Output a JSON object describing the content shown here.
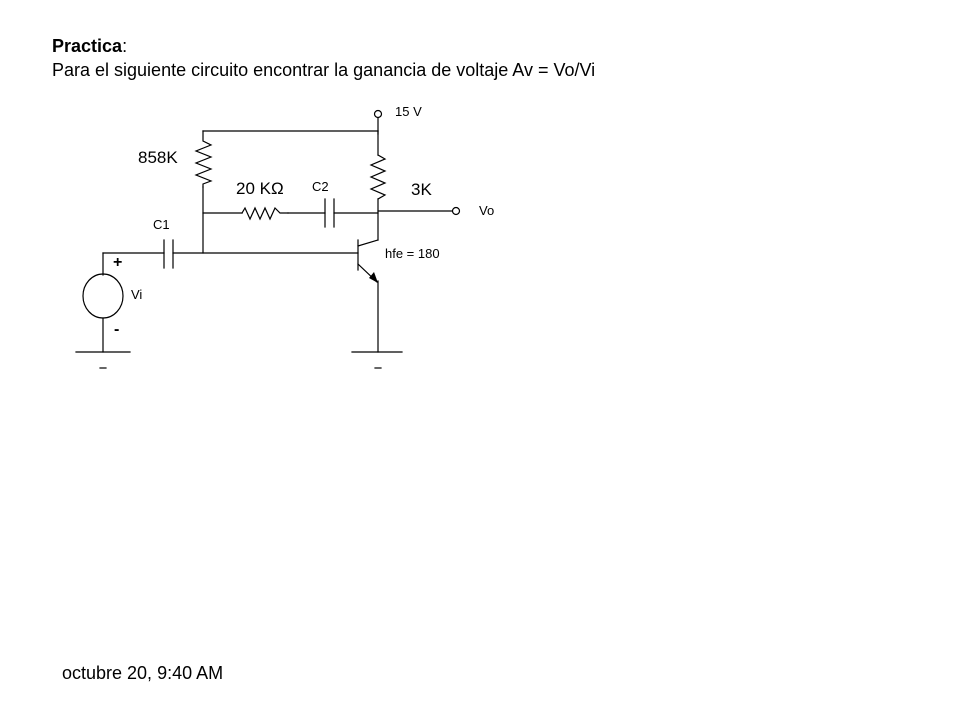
{
  "heading": {
    "title": "Practica",
    "colon": ":",
    "task": "Para el siguiente circuito encontrar la ganancia de voltaje Av = Vo/Vi"
  },
  "circuit": {
    "supply_label": "15 V",
    "bias_resistor_label": "858K",
    "feedback_resistor_label": "20 KΩ",
    "output_cap_label": "C2",
    "collector_resistor_label": "3K",
    "output_label": "Vo",
    "input_cap_label": "C1",
    "transistor_gain_label": "hfe = 180",
    "source_plus": "+",
    "source_minus": "-",
    "source_label": "Vi"
  },
  "footer": {
    "timestamp": "octubre 20, 9:40 AM"
  }
}
